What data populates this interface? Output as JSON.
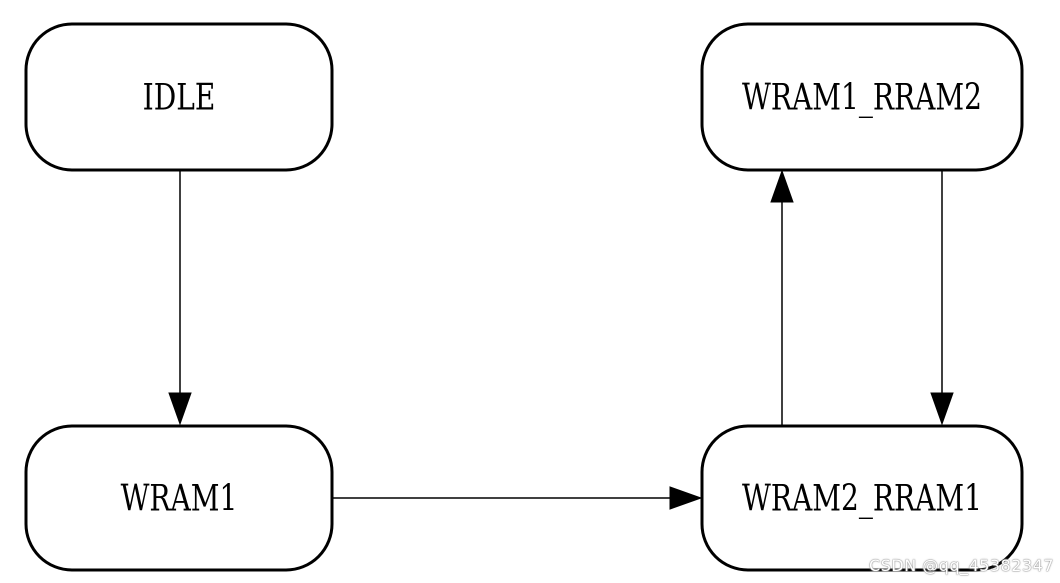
{
  "nodes": {
    "idle": "IDLE",
    "wram1": "WRAM1",
    "wram1_rram2": "WRAM1_RRAM2",
    "wram2_rram1": "WRAM2_RRAM1"
  },
  "edges": [
    {
      "from": "IDLE",
      "to": "WRAM1"
    },
    {
      "from": "WRAM1",
      "to": "WRAM2_RRAM1"
    },
    {
      "from": "WRAM2_RRAM1",
      "to": "WRAM1_RRAM2"
    },
    {
      "from": "WRAM1_RRAM2",
      "to": "WRAM2_RRAM1"
    }
  ],
  "watermark": "CSDN @qq_45382347"
}
